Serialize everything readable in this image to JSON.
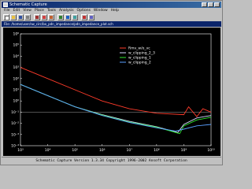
{
  "window": {
    "title": "Schematic Capture",
    "path": "File: /home/user/sw_circ/bx_pdn_impedance/pdn_impedance_plot.sch"
  },
  "menu": [
    "File",
    "Edit",
    "View",
    "Place",
    "Tools",
    "Analysis",
    "Options",
    "Window",
    "Help"
  ],
  "status": {
    "text": "Schematic Capture   Version 1.3.34   Copyright 1996-2002 Ansoft Corporation"
  },
  "colors": {
    "trace_1": "#ff3b2a",
    "trace_2": "#d8d8ff",
    "trace_3": "#2ee82e",
    "trace_4": "#5aa0ff",
    "axes": "#ffffff",
    "background": "#000000"
  },
  "chart_data": {
    "type": "line",
    "x_scale": "log",
    "y_scale": "log",
    "xlim": [
      1000.0,
      10000000000.0
    ],
    "ylim": [
      0.0001,
      1000000.0
    ],
    "x_ticks": [
      "10³",
      "10⁴",
      "10⁵",
      "10⁶",
      "10⁷",
      "10⁸",
      "10⁹",
      "10¹⁰"
    ],
    "y_ticks": [
      "10⁶",
      "10⁵",
      "10⁴",
      "10³",
      "10²",
      "10¹",
      "10⁰",
      "10⁻¹",
      "10⁻²",
      "10⁻³",
      "10⁻⁴"
    ],
    "series": [
      {
        "name": "Rmv_w/o_vc",
        "x": [
          1000.0,
          10000.0,
          100000.0,
          1000000.0,
          10000000.0,
          100000000.0,
          1000000000.0,
          1500000000.0,
          3000000000.0,
          5000000000.0,
          10000000000.0
        ],
        "y": [
          1000.0,
          100.0,
          10.0,
          1,
          0.2,
          0.08,
          0.06,
          0.3,
          0.04,
          0.2,
          0.1
        ]
      },
      {
        "name": "w_clipping_2_3",
        "x": [
          1000.0,
          10000.0,
          100000.0,
          1000000.0,
          10000000.0,
          100000000.0,
          600000000.0,
          1000000000.0,
          3000000000.0,
          10000000000.0
        ],
        "y": [
          30,
          3,
          0.3,
          0.06,
          0.015,
          0.005,
          0.0015,
          0.008,
          0.03,
          0.05
        ]
      },
      {
        "name": "w_clipping_1",
        "x": [
          1000.0,
          10000.0,
          100000.0,
          1000000.0,
          10000000.0,
          100000000.0,
          700000000.0,
          1000000000.0,
          3000000000.0,
          10000000000.0
        ],
        "y": [
          30,
          3,
          0.3,
          0.055,
          0.013,
          0.0045,
          0.0012,
          0.006,
          0.02,
          0.035
        ]
      },
      {
        "name": "w_clipping_2",
        "x": [
          1000.0,
          10000.0,
          100000.0,
          1000000.0,
          10000000.0,
          100000000.0,
          500000000.0,
          1000000000.0,
          3000000000.0,
          10000000000.0
        ],
        "y": [
          30,
          3,
          0.3,
          0.05,
          0.012,
          0.004,
          0.002,
          0.003,
          0.006,
          0.008
        ]
      }
    ],
    "legend_position": "top-right"
  }
}
